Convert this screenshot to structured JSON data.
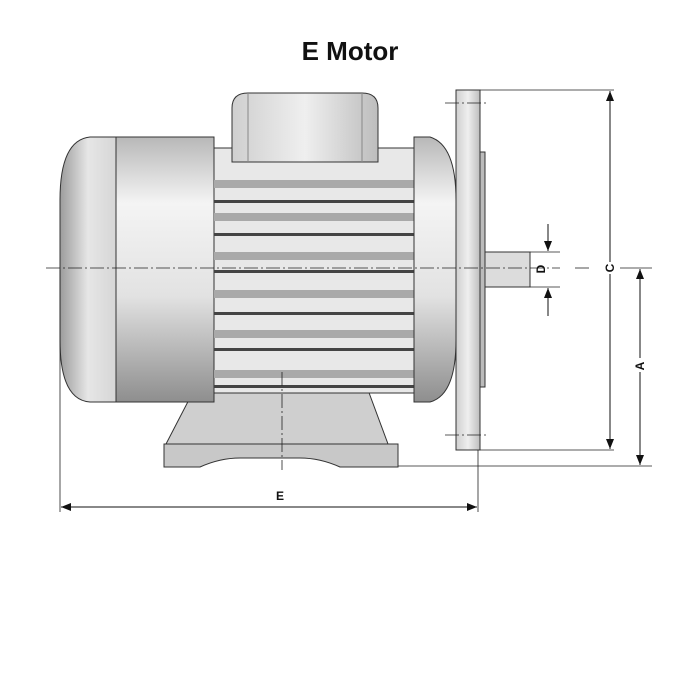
{
  "title": "E Motor",
  "dimensions": {
    "A": "A",
    "C": "C",
    "D": "D",
    "E": "E"
  },
  "colors": {
    "body_light": "#f2f2f2",
    "body_dark": "#9a9a9a",
    "line": "#111111"
  }
}
